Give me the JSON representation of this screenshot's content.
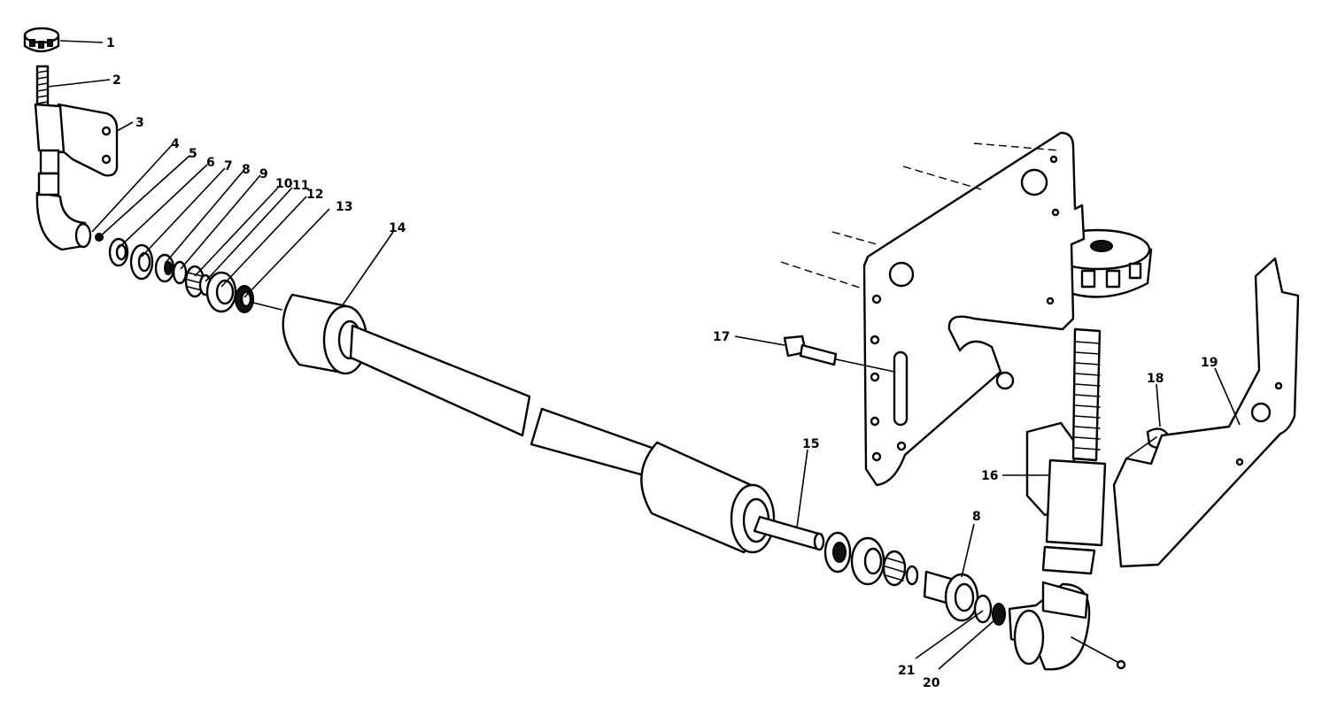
{
  "colors": {
    "ink": "#000000",
    "paper": "#ffffff"
  },
  "callouts": [
    {
      "id": "c1",
      "label": "1"
    },
    {
      "id": "c2",
      "label": "2"
    },
    {
      "id": "c3",
      "label": "3"
    },
    {
      "id": "c4",
      "label": "4"
    },
    {
      "id": "c5",
      "label": "5"
    },
    {
      "id": "c6",
      "label": "6"
    },
    {
      "id": "c7",
      "label": "7"
    },
    {
      "id": "c8a",
      "label": "8"
    },
    {
      "id": "c9",
      "label": "9"
    },
    {
      "id": "c10",
      "label": "10"
    },
    {
      "id": "c11",
      "label": "11"
    },
    {
      "id": "c12",
      "label": "12"
    },
    {
      "id": "c13",
      "label": "13"
    },
    {
      "id": "c14",
      "label": "14"
    },
    {
      "id": "c15",
      "label": "15"
    },
    {
      "id": "c16",
      "label": "16"
    },
    {
      "id": "c17",
      "label": "17"
    },
    {
      "id": "c18",
      "label": "18"
    },
    {
      "id": "c19",
      "label": "19"
    },
    {
      "id": "c8b",
      "label": "8"
    },
    {
      "id": "c20",
      "label": "20"
    },
    {
      "id": "c21",
      "label": "21"
    }
  ]
}
